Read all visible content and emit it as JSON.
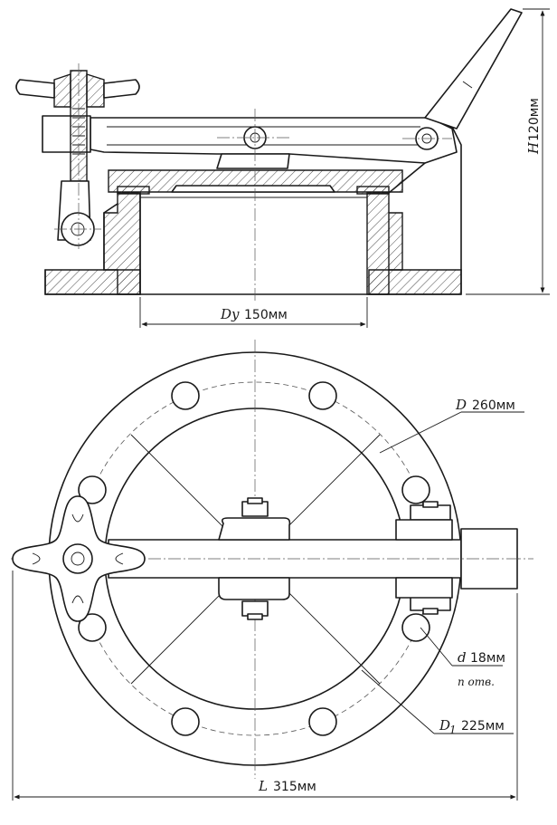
{
  "dimensions": {
    "height": {
      "symbol": "H",
      "value": "120мм"
    },
    "nominal_diameter": {
      "symbol": "Dy",
      "value": "150мм"
    },
    "outer_diameter": {
      "symbol": "D",
      "value": "260мм"
    },
    "bolt_hole": {
      "symbol": "d",
      "value": "18мм",
      "note": "n отв."
    },
    "bolt_circle": {
      "symbol": "D",
      "subscript": "1",
      "value": "225мм"
    },
    "length": {
      "symbol": "L",
      "value": "315мм"
    }
  }
}
